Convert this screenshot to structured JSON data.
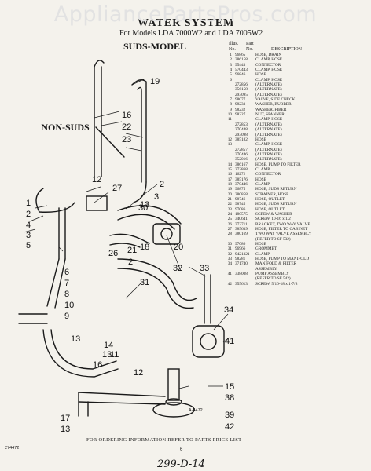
{
  "watermark": "AppliancePartsPros.com",
  "title": "WATER SYSTEM",
  "models": "For Models LDA 7000W2 and LDA 7005W2",
  "suds_label": "SUDS-MODEL",
  "nonsuds_label": "NON-SUDS",
  "table_header": {
    "illus": "Illus.",
    "part": "Part",
    "no1": "No.",
    "no2": "No.",
    "description": "DESCRIPTION"
  },
  "parts": [
    {
      "illus": "1",
      "part": "96865",
      "desc": "HOSE, DRAIN"
    },
    {
      "illus": "2",
      "part": "386158",
      "desc": "CLAMP, HOSE"
    },
    {
      "illus": "3",
      "part": "95443",
      "desc": "CONNECTOR"
    },
    {
      "illus": "4",
      "part": "570443",
      "desc": "CLAMP, HOSE"
    },
    {
      "illus": "5",
      "part": "96846",
      "desc": "HOSE"
    },
    {
      "illus": "6",
      "part": "",
      "desc": "CLAMP, HOSE"
    },
    {
      "illus": "",
      "part": "272856",
      "desc": "(ALTERNATE)"
    },
    {
      "illus": "",
      "part": "356158",
      "desc": "(ALTERNATE)"
    },
    {
      "illus": "",
      "part": "293095",
      "desc": "(ALTERNATE)"
    },
    {
      "illus": "7",
      "part": "98077",
      "desc": "VALVE, SIDE CHECK"
    },
    {
      "illus": "8",
      "part": "98233",
      "desc": "WASHER, RUBBER"
    },
    {
      "illus": "9",
      "part": "98232",
      "desc": "WASHER, FIBER"
    },
    {
      "illus": "10",
      "part": "98227",
      "desc": "NUT, SPANNER"
    },
    {
      "illus": "11",
      "part": "",
      "desc": "CLAMP, HOSE"
    },
    {
      "illus": "",
      "part": "272853",
      "desc": "(ALTERNATE)"
    },
    {
      "illus": "",
      "part": "270448",
      "desc": "(ALTERNATE)"
    },
    {
      "illus": "",
      "part": "293098",
      "desc": "(ALTERNATE)"
    },
    {
      "illus": "12",
      "part": "385182",
      "desc": "HOSE"
    },
    {
      "illus": "13",
      "part": "",
      "desc": "CLAMP, HOSE"
    },
    {
      "illus": "",
      "part": "272857",
      "desc": "(ALTERNATE)"
    },
    {
      "illus": "",
      "part": "370446",
      "desc": "(ALTERNATE)"
    },
    {
      "illus": "",
      "part": "352016",
      "desc": "(ALTERNATE)"
    },
    {
      "illus": "14",
      "part": "386167",
      "desc": "HOSE, PUMP TO FILTER"
    },
    {
      "illus": "15",
      "part": "272868",
      "desc": "CLAMP"
    },
    {
      "illus": "16",
      "part": "16272",
      "desc": "CONNECTOR"
    },
    {
      "illus": "17",
      "part": "385176",
      "desc": "HOSE"
    },
    {
      "illus": "18",
      "part": "370446",
      "desc": "CLAMP"
    },
    {
      "illus": "19",
      "part": "96875",
      "desc": "HOSE, SUDS RETURN"
    },
    {
      "illus": "20",
      "part": "280858",
      "desc": "STRAINER, HOSE"
    },
    {
      "illus": "21",
      "part": "98746",
      "desc": "HOSE, OUTLET"
    },
    {
      "illus": "22",
      "part": "98745",
      "desc": "HOSE, SUDS RETURN"
    },
    {
      "illus": "23",
      "part": "97086",
      "desc": "HOSE, OUTLET"
    },
    {
      "illus": "24",
      "part": "180575",
      "desc": "SCREW & WASHER"
    },
    {
      "illus": "25",
      "part": "340641",
      "desc": "SCREW, 10-16 x 1/2"
    },
    {
      "illus": "26",
      "part": "373711",
      "desc": "BRACKET, TWO WAY VALVE"
    },
    {
      "illus": "27",
      "part": "385639",
      "desc": "HOSE, FILTER TO CABINET"
    },
    {
      "illus": "28",
      "part": "380169",
      "desc": "TWO WAY VALVE ASSEMBLY"
    },
    {
      "illus": "",
      "part": "",
      "desc": "(REFER TO SF 532)"
    },
    {
      "illus": "30",
      "part": "97086",
      "desc": "HOSE"
    },
    {
      "illus": "31",
      "part": "96966",
      "desc": "GROMMET"
    },
    {
      "illus": "32",
      "part": "9421321",
      "desc": "CLAMP"
    },
    {
      "illus": "33",
      "part": "98281",
      "desc": "HOSE, PUMP TO MANIFOLD"
    },
    {
      "illus": "34",
      "part": "371740",
      "desc": "MANIFOLD & FILTER"
    },
    {
      "illus": "",
      "part": "",
      "desc": "ASSEMBLY"
    },
    {
      "illus": "41",
      "part": "338008",
      "desc": "PUMP ASSEMBLY"
    },
    {
      "illus": "",
      "part": "",
      "desc": "(REFER TO SF 542)"
    },
    {
      "illus": "42",
      "part": "355613",
      "desc": "SCREW, 5/16-18 x 1-7/8"
    }
  ],
  "callouts": [
    "19",
    "16",
    "22",
    "23",
    "12",
    "2",
    "27",
    "3",
    "30",
    "1",
    "13",
    "2",
    "4",
    "18",
    "3",
    "5",
    "20",
    "32",
    "26",
    "6",
    "7",
    "8",
    "10",
    "9",
    "21",
    "2",
    "33",
    "31",
    "13",
    "34",
    "41",
    "14",
    "13",
    "11",
    "16",
    "12",
    "15",
    "38",
    "39",
    "17",
    "13",
    "42"
  ],
  "footer": "FOR ORDERING INFORMATION REFER TO PARTS PRICE LIST",
  "page_number": "6",
  "diagram_code": "A-4472",
  "doc_code": "274472",
  "handwritten": "299-D-14"
}
